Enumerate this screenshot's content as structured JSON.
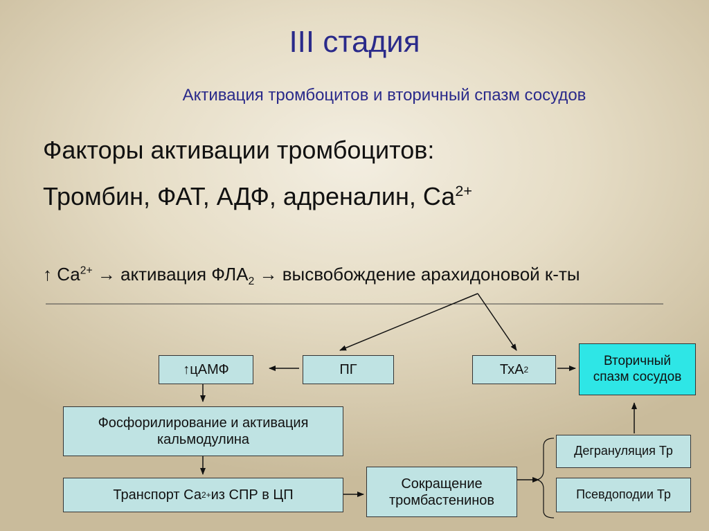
{
  "title": "III стадия",
  "subtitle": "Активация тромбоцитов и вторичный спазм сосудов",
  "factors_heading": "Факторы активации тромбоцитов:",
  "factors_list": {
    "text": "Тромбин, ФАТ, АДФ, адреналин, Са",
    "superscript": "2+"
  },
  "chain": {
    "prefix": "↑ Са",
    "sup": "2+",
    "mid": " → активация ФЛА",
    "sub": "2",
    "suffix": " → высвобождение арахидоновой к-ты"
  },
  "nodes": {
    "camp": "↑цАМФ",
    "pg": "ПГ",
    "txa_text": "ТхА",
    "txa_sub": "2",
    "spasm": "Вторичный спазм сосудов",
    "phosph": "Фосфорилирование и активация кальмодулина",
    "transport_prefix": "Транспорт Са",
    "transport_sup": "2+",
    "transport_suffix": " из СПР в ЦП",
    "contraction": "Сокращение тромбастенинов",
    "degran": "Дегрануляция Тр",
    "pseudo": "Псевдоподии Тр"
  }
}
